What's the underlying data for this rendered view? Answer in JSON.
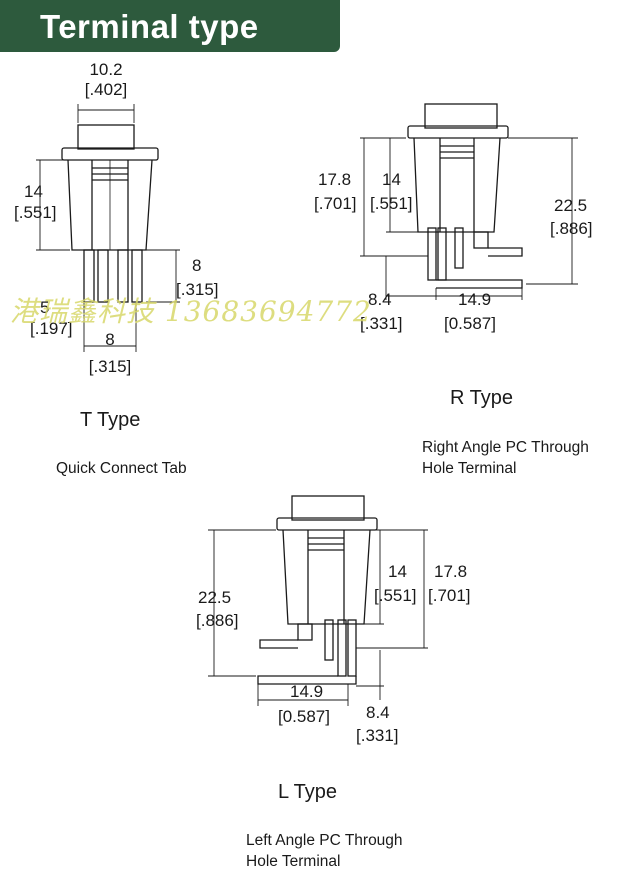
{
  "header": {
    "title": "Terminal type"
  },
  "t_type": {
    "title": "T Type",
    "description": "Quick Connect Tab",
    "dims": {
      "top_width": "10.2",
      "top_width_in": "[.402]",
      "height": "14",
      "height_in": "[.551]",
      "tab_len": "8",
      "tab_len_in": "[.315]",
      "tab_gap": "5",
      "tab_gap_in": "[.197]",
      "tab_span": "8",
      "tab_span_in": "[.315]"
    }
  },
  "r_type": {
    "title": "R Type",
    "description_line1": "Right Angle PC Through",
    "description_line2": "Hole Terminal",
    "dims": {
      "h1": "17.8",
      "h1_in": "[.701]",
      "h2": "14",
      "h2_in": "[.551]",
      "total": "22.5",
      "total_in": "[.886]",
      "pin_off": "8.4",
      "pin_off_in": "[.331]",
      "pin_len": "14.9",
      "pin_len_in": "[0.587]"
    }
  },
  "l_type": {
    "title": "L Type",
    "description_line1": "Left Angle PC Through",
    "description_line2": "Hole Terminal",
    "dims": {
      "total": "22.5",
      "total_in": "[.886]",
      "h2": "14",
      "h2_in": "[.551]",
      "h1": "17.8",
      "h1_in": "[.701]",
      "pin_len": "14.9",
      "pin_len_in": "[0.587]",
      "pin_off": "8.4",
      "pin_off_in": "[.331]"
    }
  },
  "watermark": {
    "text": "港瑞鑫科技   13683694772"
  }
}
